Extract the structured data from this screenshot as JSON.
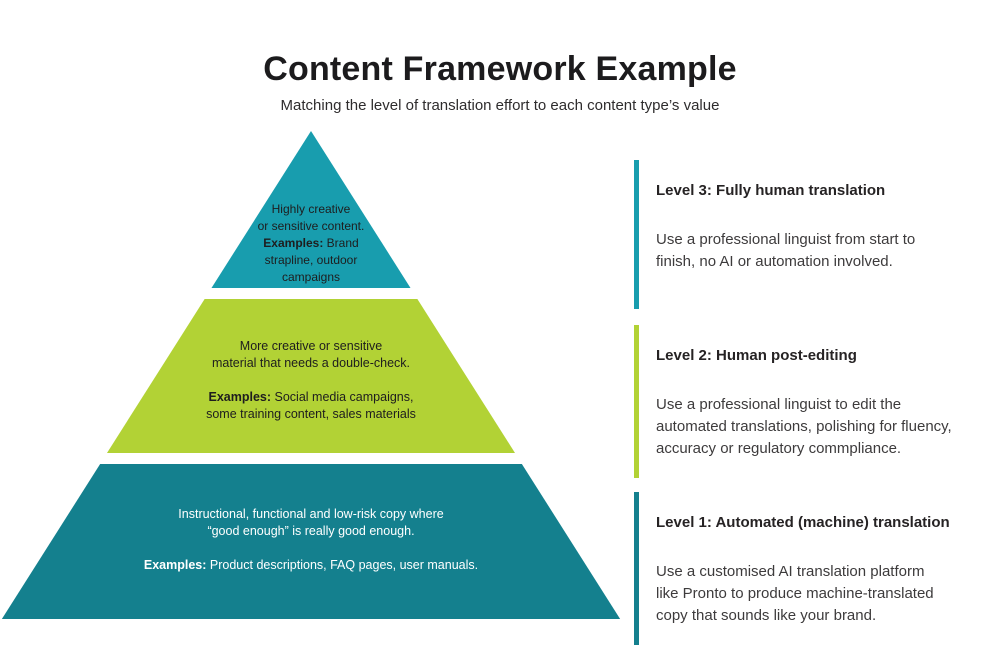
{
  "header": {
    "title": "Content Framework Example",
    "subtitle": "Matching the level of translation effort to each content type’s value"
  },
  "pyramid": {
    "levels": [
      {
        "name": "top-level-3",
        "color": "#189DAE",
        "text_color": "#1e1d1e",
        "body": "Highly creative\nor sensitive content.",
        "examples_label": "Examples:",
        "examples_text": "Brand\nstrapline, outdoor\ncampaigns"
      },
      {
        "name": "middle-level-2",
        "color": "#B2D235",
        "text_color": "#1e1d1e",
        "body": "More creative or sensitive\nmaterial that needs a double-check.",
        "examples_label": "Examples:",
        "examples_text": "Social media campaigns,\nsome training content, sales materials"
      },
      {
        "name": "bottom-level-1",
        "color": "#14808E",
        "text_color": "#ffffff",
        "body": "Instructional, functional and low-risk copy where\n“good enough” is really good enough.",
        "examples_label": "Examples:",
        "examples_text": "Product descriptions, FAQ pages, user manuals."
      }
    ]
  },
  "legend": {
    "items": [
      {
        "heading": "Level 3: Fully human translation",
        "body": "Use a professional linguist from start to\nfinish, no AI or automation involved.",
        "accent": "#189DAE"
      },
      {
        "heading": "Level 2: Human post-editing",
        "body": "Use a professional linguist to edit the\nautomated translations, polishing for fluency,\naccuracy or regulatory commpliance.",
        "accent": "#B2D235"
      },
      {
        "heading": "Level 1: Automated (machine) translation",
        "body": "Use a customised AI translation platform\nlike Pronto to produce machine-translated\ncopy that sounds like your brand.",
        "accent": "#14808E"
      }
    ]
  }
}
